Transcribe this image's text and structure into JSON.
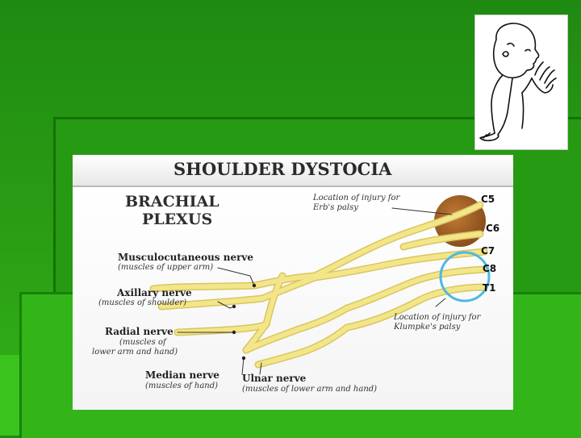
{
  "slide": {
    "title": "SHOULDER DYSTOCIA",
    "heading_line1": "BRACHIAL",
    "heading_line2": "PLEXUS"
  },
  "nerves": {
    "musculocutaneous": {
      "name": "Musculocutaneous nerve",
      "desc": "(muscles of upper arm)"
    },
    "axillary": {
      "name": "Axillary nerve",
      "desc": "(muscles of shoulder)"
    },
    "radial": {
      "name": "Radial nerve",
      "desc_line1": "(muscles of",
      "desc_line2": "lower arm and hand)"
    },
    "median": {
      "name": "Median nerve",
      "desc": "(muscles of hand)"
    },
    "ulnar": {
      "name": "Ulnar nerve",
      "desc": "(muscles of lower arm and hand)"
    }
  },
  "roots": [
    "C5",
    "C6",
    "C7",
    "C8",
    "T1"
  ],
  "injury_notes": {
    "erbs_line1": "Location of injury for",
    "erbs_line2": "Erb's palsy",
    "klumpke_line1": "Location of injury for",
    "klumpke_line2": "Klumpke's palsy"
  },
  "colors": {
    "background_green": "#2a9e14",
    "nerve_yellow": "#f3e58a",
    "erbs_marker": "#a5642a",
    "klumpke_ring": "#4fb8e0"
  }
}
